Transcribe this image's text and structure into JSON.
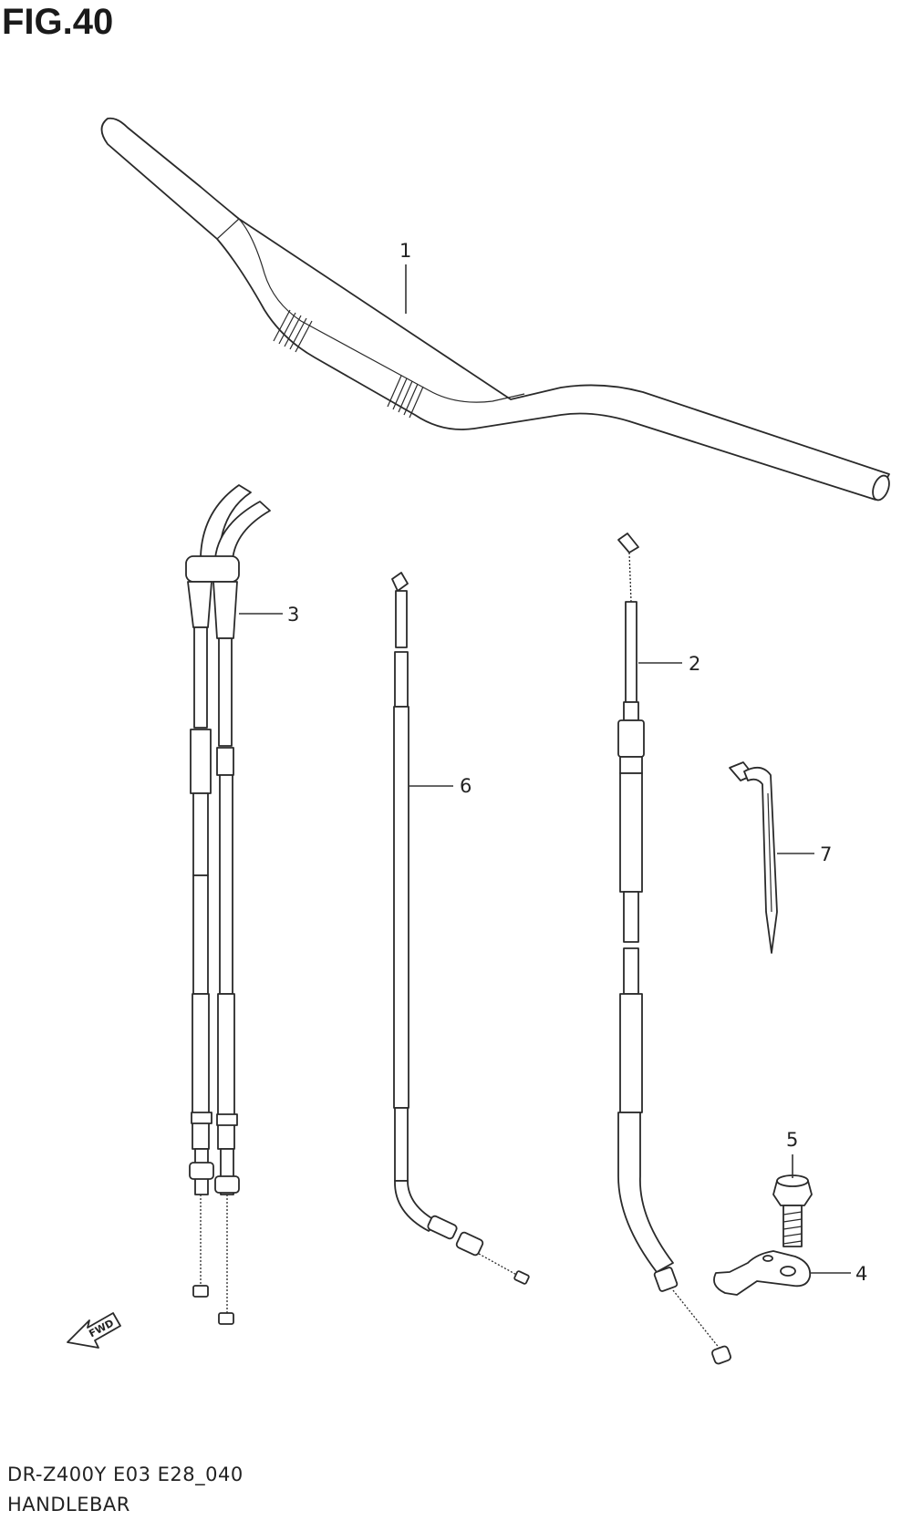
{
  "figure": {
    "title": "FIG.40",
    "model_code": "DR-Z400Y E03 E28_040",
    "section_name": "HANDLEBAR"
  },
  "callouts": [
    {
      "number": "1",
      "part": "handlebar"
    },
    {
      "number": "2",
      "part": "clutch-cable"
    },
    {
      "number": "3",
      "part": "throttle-cable-assembly"
    },
    {
      "number": "4",
      "part": "bracket"
    },
    {
      "number": "5",
      "part": "bolt"
    },
    {
      "number": "6",
      "part": "cable"
    },
    {
      "number": "7",
      "part": "cable-tie"
    }
  ],
  "fwd_marker": {
    "label": "FWD",
    "icon": "fwd-arrow-icon"
  }
}
